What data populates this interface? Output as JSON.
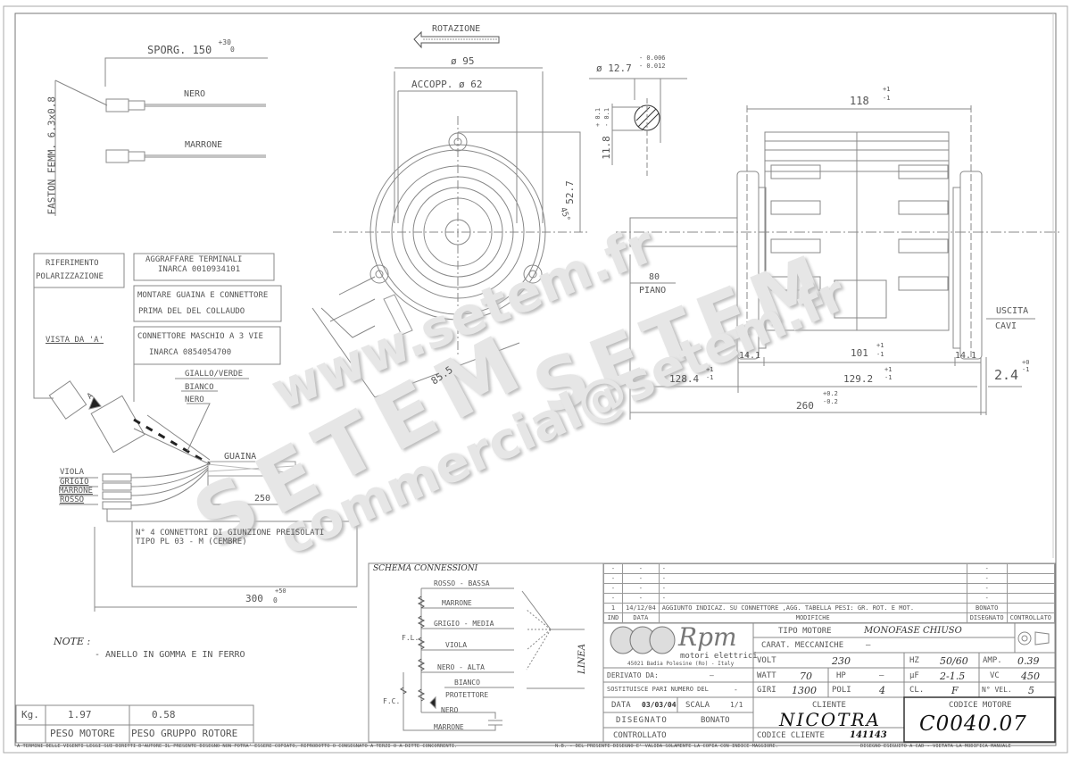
{
  "drawing": {
    "rotation_label": "ROTAZIONE",
    "faston_label": "FASTON FEMM. 6.3x0.8",
    "sporg": {
      "value": "SPORG. 150",
      "tol_up": "+30",
      "tol_low": "0"
    },
    "wires_top": [
      "NERO",
      "MARRONE"
    ],
    "dim_diam95": "ø 95",
    "dim_accopp": "ACCOPP. ø 62",
    "dim_52_7": "52.7",
    "dim_45deg": "45°",
    "dim_85_5": "85.5",
    "shaft": {
      "diam": "ø 12.7",
      "tol_up": "- 0.006",
      "tol_low": "- 0.012",
      "flat": "11.8",
      "flat_tol_up": "+ 0.1",
      "flat_tol_low": "- 0.1"
    },
    "dim_118": {
      "value": "118",
      "tol_up": "+1",
      "tol_low": "-1"
    },
    "piano": {
      "value": "80",
      "label": "PIANO"
    },
    "uscita_cavi": [
      "USCITA",
      "CAVI"
    ],
    "dim_14_1_left": "14.1",
    "dim_101": {
      "value": "101",
      "tol_up": "+1",
      "tol_low": "-1"
    },
    "dim_14_1_right": "14.1",
    "dim_128_4": {
      "value": "128.4",
      "tol_up": "+1",
      "tol_low": "-1"
    },
    "dim_129_2": {
      "value": "129.2",
      "tol_up": "+1",
      "tol_low": "-1"
    },
    "dim_2_4": {
      "value": "2.4",
      "tol_up": "+0",
      "tol_low": "-1"
    },
    "dim_260": {
      "value": "260",
      "tol_up": "+0.2",
      "tol_low": "-0.2"
    },
    "rif_polarizzazione": [
      "RIFERIMENTO",
      "POLARIZZAZIONE"
    ],
    "aggraffare": [
      "AGGRAFFARE TERMINALI",
      "INARCA 0010934101"
    ],
    "montare": [
      "MONTARE GUAINA E CONNETTORE",
      "PRIMA DEL DEL COLLAUDO"
    ],
    "connettore": [
      "CONNETTORE MASCHIO A 3 VIE",
      "INARCA 0854054700"
    ],
    "vista_a": "VISTA DA 'A'",
    "arrow_a": "A",
    "connector_wires": [
      "GIALLO/VERDE",
      "BIANCO",
      "NERO"
    ],
    "guaina": "GUAINA",
    "side_wires": [
      "VIOLA",
      "GRIGIO",
      "MARRONE",
      "ROSSO"
    ],
    "dim_250": "250",
    "giunzione": [
      "N° 4 CONNETTORI DI GIUNZIONE PREISOLATI",
      "TIPO PL 03 - M (CEMBRE)"
    ],
    "dim_300": {
      "value": "300",
      "tol_up": "+50",
      "tol_low": "0"
    },
    "note_title": "NOTE :",
    "note_items": [
      "- ANELLO IN GOMMA E IN FERRO"
    ]
  },
  "weights": {
    "unit": "Kg.",
    "motor_value": "1.97",
    "rotor_value": "0.58",
    "motor_label": "PESO MOTORE",
    "rotor_label": "PESO GRUPPO ROTORE"
  },
  "schema": {
    "title": "SCHEMA CONNESSIONI",
    "lines": [
      "ROSSO - BASSA",
      "MARRONE",
      "GRIGIO - MEDIA",
      "VIOLA",
      "NERO - ALTA",
      "BIANCO",
      "PROTETTORE",
      "NERO",
      "MARRONE"
    ],
    "fl_label": "F.L.",
    "fc_label": "F.C.",
    "linea_label": "LINEA"
  },
  "revisions": {
    "rows": [
      [
        "-",
        "-",
        "-",
        "-",
        ""
      ],
      [
        "-",
        "-",
        "-",
        "-",
        ""
      ],
      [
        "-",
        "-",
        "-",
        "-",
        ""
      ],
      [
        "-",
        "-",
        "-",
        "-",
        ""
      ],
      [
        "1",
        "14/12/04",
        "AGGIUNTO INDICAZ. SU CONNETTORE ,AGG. TABELLA PESI: GR. ROT. E MOT.",
        "BONATO",
        ""
      ]
    ],
    "headers": [
      "IND",
      "DATA",
      "MODIFICHE",
      "DISEGNATO",
      "CONTROLLATO"
    ]
  },
  "title_block": {
    "logo_text": "Rpm",
    "logo_sub": "motori elettrici",
    "logo_addr": "45021 Badia Polesine (Ro) - Italy",
    "derivato_label": "DERIVATO DA:",
    "derivato_value": "—",
    "sostituisce_label": "SOSTITUISCE PARI NUMERO DEL",
    "sostituisce_value": "-",
    "data_label": "DATA",
    "data_value": "03/03/04",
    "scala_label": "SCALA",
    "scala_value": "1/1",
    "disegnato_label": "DISEGNATO",
    "disegnato_value": "BONATO",
    "controllato_label": "CONTROLLATO",
    "tipo_motore_label": "TIPO MOTORE",
    "tipo_motore_value": "MONOFASE CHIUSO",
    "carat_label": "CARAT. MECCANICHE",
    "carat_value": "—",
    "volt_label": "VOLT",
    "volt_value": "230",
    "hz_label": "HZ",
    "hz_value": "50/60",
    "amp_label": "AMP.",
    "amp_value": "0.39",
    "watt_label": "WATT",
    "watt_value": "70",
    "hp_label": "HP",
    "hp_value": "—",
    "uf_label": "µF",
    "uf_value": "2-1.5",
    "vc_label": "VC",
    "vc_value": "450",
    "giri_label": "GIRI",
    "giri_value": "1300",
    "poli_label": "POLI",
    "poli_value": "4",
    "cl_label": "CL.",
    "cl_value": "F",
    "nvel_label": "N° VEL.",
    "nvel_value": "5",
    "cliente_label": "CLIENTE",
    "cliente_value": "NICOTRA",
    "codice_cliente_label": "CODICE CLIENTE",
    "codice_cliente_value": "141143",
    "codice_motore_label": "CODICE MOTORE",
    "codice_motore_value": "C0040.07"
  },
  "footer": {
    "copyright": "A TERMINI DELLE VIGENTI LEGGI SUI DIRITTI D'AUTORE IL PRESENTE DISEGNO NON POTRA' ESSERE COPIATO, RIPRODOTTO O CONSEGNATO A TERZI O A DITTE CONCORRENTI.",
    "nb": "N.B. - DEL PRESENTE DISEGNO E' VALIDA SOLAMENTE LA COPIA CON INDICE MAGGIORE.",
    "cad": "DISEGNO ESEGUITO A CAD - VIETATA LA MODIFICA MANUALE"
  },
  "watermark": {
    "url": "www.setem.fr",
    "brand": "SETEM",
    "brand2": "SETEM",
    "email": "commercial@setem.fr"
  }
}
